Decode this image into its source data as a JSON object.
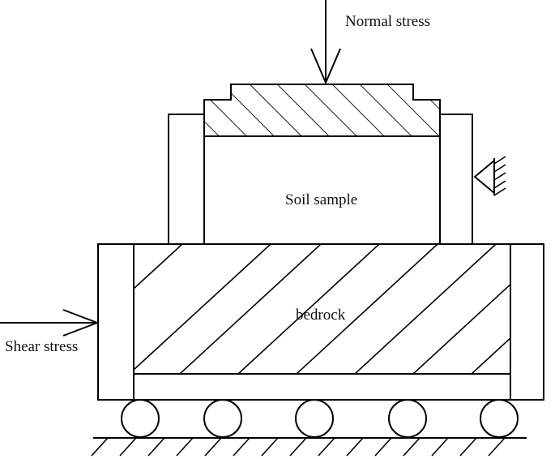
{
  "labels": {
    "normal_stress": "Normal stress",
    "soil_sample": "Soil sample",
    "bedrock": "bedrock",
    "shear_stress": "Shear stress"
  },
  "colors": {
    "line": "#000000",
    "background": "#ffffff"
  }
}
